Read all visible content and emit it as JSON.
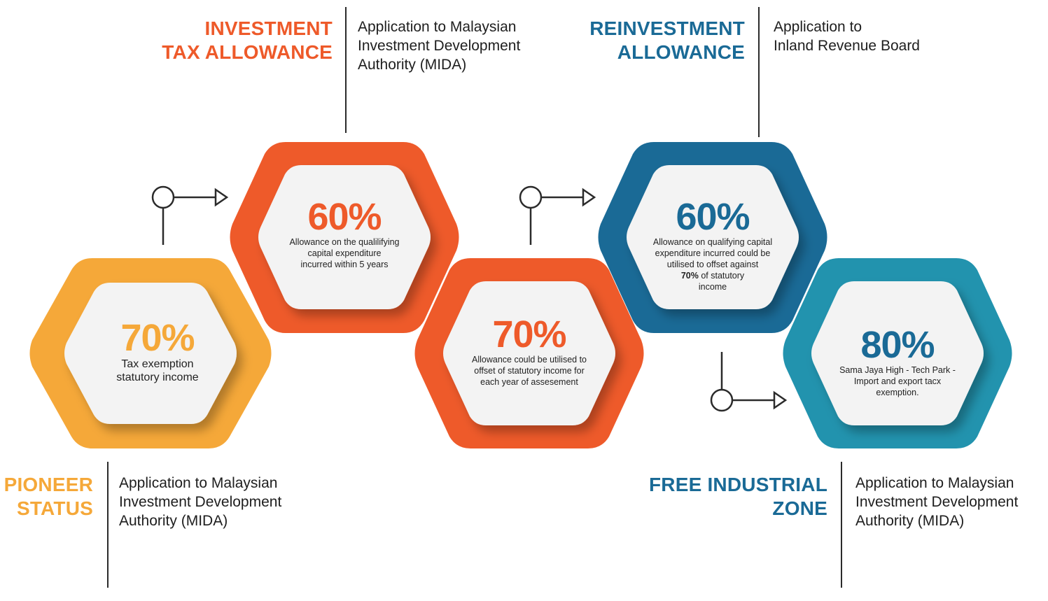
{
  "colors": {
    "yellow": "#F5A839",
    "orange": "#EE5A2A",
    "dark_blue": "#1A6A96",
    "teal": "#2293AE",
    "line": "#2b2b2b"
  },
  "pioneer_status": {
    "heading": [
      "PIONEER",
      "STATUS"
    ],
    "description": [
      "Application to Malaysian",
      "Investment Development",
      "Authority (MIDA)"
    ],
    "percent": "70%",
    "detail": [
      "Tax exemption",
      "statutory income"
    ]
  },
  "investment_tax_allowance": {
    "heading": [
      "INVESTMENT",
      "TAX ALLOWANCE"
    ],
    "description": [
      "Application to Malaysian",
      "Investment Development",
      "Authority (MIDA)"
    ],
    "percent": "60%",
    "detail": [
      "Allowance on the qualilifying",
      "capital expenditure",
      "incurred within 5 years"
    ]
  },
  "allowance_utilisation": {
    "percent": "70%",
    "detail": [
      "Allowance could be utilised to",
      "offset  of statutory income for",
      "each year of assesement"
    ]
  },
  "reinvestment_allowance": {
    "heading": [
      "REINVESTMENT",
      "ALLOWANCE"
    ],
    "description": [
      "Application to",
      "Inland Revenue Board"
    ],
    "percent": "60%",
    "detail": [
      "Allowance on qualifying capital",
      "expenditure incurred could be",
      "utilised to offset against"
    ],
    "detail_bold": "70%",
    "detail_after_bold": " of statutory",
    "detail_last": "income"
  },
  "free_industrial_zone": {
    "heading": [
      "FREE INDUSTRIAL",
      "ZONE"
    ],
    "description": [
      "Application to Malaysian",
      "Investment Development",
      "Authority (MIDA)"
    ],
    "percent": "80%",
    "detail": [
      "Sama Jaya High - Tech Park -",
      "Import and export tacx",
      "exemption."
    ]
  }
}
